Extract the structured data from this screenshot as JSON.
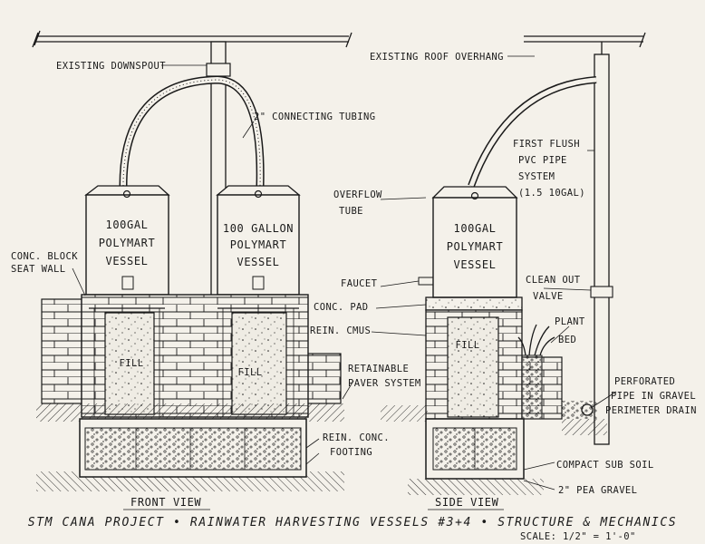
{
  "labels": {
    "existing_downspout": "EXISTING DOWNSPOUT",
    "connecting_tubing": "2\" CONNECTING TUBING",
    "existing_roof": "EXISTING ROOF OVERHANG",
    "first_flush_1": "FIRST FLUSH",
    "first_flush_2": "PVC PIPE",
    "first_flush_3": "SYSTEM",
    "first_flush_4": "(1.5 10GAL)",
    "overflow_1": "OVERFLOW",
    "overflow_2": "TUBE",
    "vessel_a_1": "100GAL",
    "vessel_a_2": "POLYMART",
    "vessel_a_3": "VESSEL",
    "vessel_b_1": "100 GALLON",
    "vessel_b_2": "POLYMART",
    "vessel_b_3": "VESSEL",
    "vessel_c_1": "100GAL",
    "vessel_c_2": "POLYMART",
    "vessel_c_3": "VESSEL",
    "conc_block_1": "CONC. BLOCK",
    "conc_block_2": "SEAT WALL",
    "faucet": "FAUCET",
    "cleanout_1": "CLEAN OUT",
    "cleanout_2": "VALVE",
    "conc_pad": "CONC. PAD",
    "rein_cmus": "REIN. CMUS",
    "plant_bed_1": "PLANT",
    "plant_bed_2": "BED",
    "fill": "FILL",
    "retainable_1": "RETAINABLE",
    "retainable_2": "PAVER SYSTEM",
    "perforated_1": "PERFORATED",
    "perforated_2": "PIPE IN GRAVEL",
    "perforated_3": "PERIMETER DRAIN",
    "rein_conc_1": "REIN. CONC.",
    "rein_conc_2": "FOOTING",
    "compact": "COMPACT SUB SOIL",
    "pea_gravel": "2\" PEA GRAVEL",
    "front_view": "FRONT VIEW",
    "side_view": "SIDE VIEW",
    "title": "STM CANA PROJECT • RAINWATER HARVESTING VESSELS #3+4 • STRUCTURE & MECHANICS",
    "scale": "SCALE: 1/2\" = 1'-0\""
  }
}
